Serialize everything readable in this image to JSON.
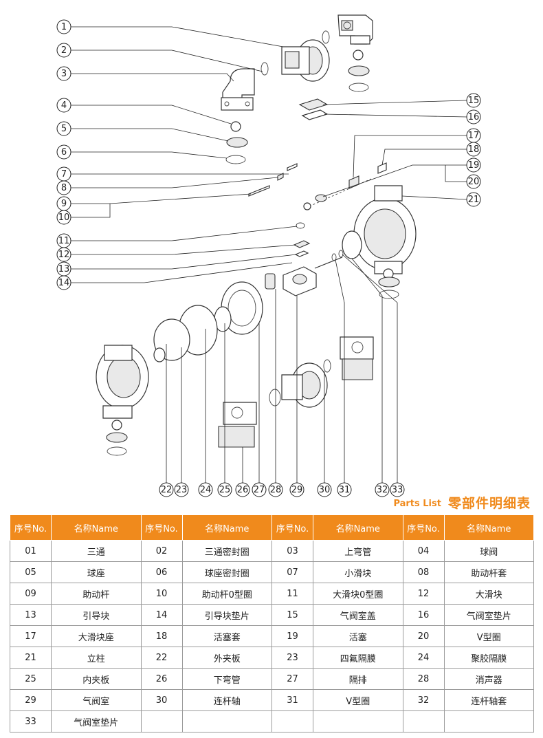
{
  "title": {
    "en": "Parts List",
    "cn": "零部件明细表"
  },
  "table_headers": [
    "序号No.",
    "名称Name",
    "序号No.",
    "名称Name",
    "序号No.",
    "名称Name",
    "序号No.",
    "名称Name"
  ],
  "table_rows": [
    [
      [
        "01",
        "三通"
      ],
      [
        "02",
        "三通密封圈"
      ],
      [
        "03",
        "上弯管"
      ],
      [
        "04",
        "球阀"
      ]
    ],
    [
      [
        "05",
        "球座"
      ],
      [
        "06",
        "球座密封圈"
      ],
      [
        "07",
        "小滑块"
      ],
      [
        "08",
        "助动杆套"
      ]
    ],
    [
      [
        "09",
        "助动杆"
      ],
      [
        "10",
        "助动杆0型圈"
      ],
      [
        "11",
        "大滑块0型圈"
      ],
      [
        "12",
        "大滑块"
      ]
    ],
    [
      [
        "13",
        "引导块"
      ],
      [
        "14",
        "引导块垫片"
      ],
      [
        "15",
        "气阀室盖"
      ],
      [
        "16",
        "气阀室垫片"
      ]
    ],
    [
      [
        "17",
        "大滑块座"
      ],
      [
        "18",
        "活塞套"
      ],
      [
        "19",
        "活塞"
      ],
      [
        "20",
        "V型圈"
      ]
    ],
    [
      [
        "21",
        "立柱"
      ],
      [
        "22",
        "外夹板"
      ],
      [
        "23",
        "四氟隔膜"
      ],
      [
        "24",
        "聚胶隔膜"
      ]
    ],
    [
      [
        "25",
        "内夹板"
      ],
      [
        "26",
        "下弯管"
      ],
      [
        "27",
        "隔排"
      ],
      [
        "28",
        "消声器"
      ]
    ],
    [
      [
        "29",
        "气阀室"
      ],
      [
        "30",
        "连杆轴"
      ],
      [
        "31",
        "V型圈"
      ],
      [
        "32",
        "连杆轴套"
      ]
    ],
    [
      [
        "33",
        "气阀室垫片"
      ]
    ]
  ],
  "callouts_left": [
    "1",
    "2",
    "3",
    "4",
    "5",
    "6",
    "7",
    "8",
    "9",
    "10",
    "11",
    "12",
    "13",
    "14"
  ],
  "callouts_right": [
    "15",
    "16",
    "17",
    "18",
    "19",
    "20",
    "21"
  ],
  "callouts_bottom": [
    "22",
    "23",
    "24",
    "25",
    "26",
    "27",
    "28",
    "29",
    "30",
    "31",
    "32",
    "33"
  ]
}
